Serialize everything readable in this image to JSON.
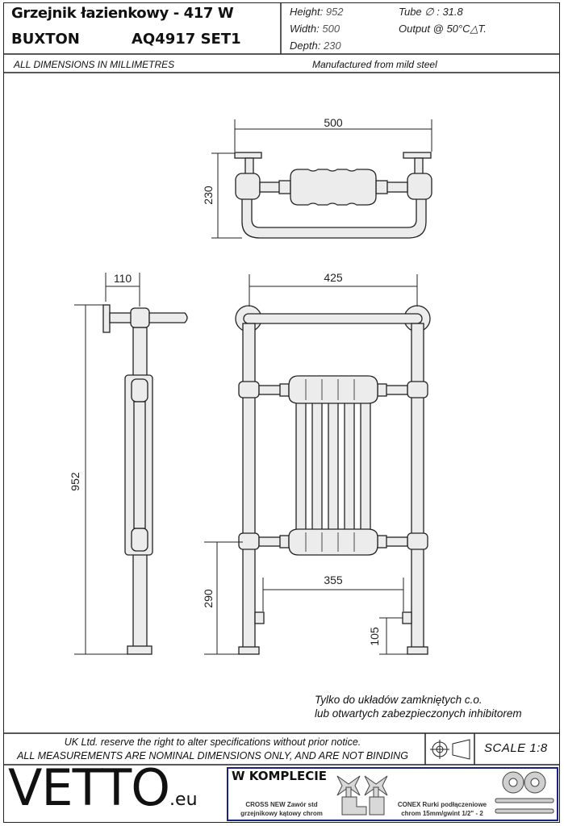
{
  "header": {
    "title_line1": "Grzejnik łazienkowy - 417 W",
    "title_line2_name": "BUXTON",
    "title_line2_code": "AQ4917 SET1",
    "specs": {
      "height_label": "Height:",
      "height_value": "952",
      "width_label": "Width:",
      "width_value": "500",
      "depth_label": "Depth:",
      "depth_value": "230",
      "tube_label": "Tube ∅ : 31.8",
      "output_label": "Output @ 50°C△T."
    }
  },
  "subheader": {
    "left": "ALL DIMENSIONS IN MILLIMETRES",
    "right": "Manufactured from mild steel"
  },
  "dimensions": {
    "top_width": "500",
    "top_depth": "230",
    "side_depth": "110",
    "front_width": "425",
    "height": "952",
    "bottom_height": "290",
    "valve_span": "355",
    "valve_height": "105"
  },
  "notes": {
    "polish_line1": "Tylko do układów zamkniętych c.o.",
    "polish_line2": "lub otwartych zabezpieczonych inhibitorem"
  },
  "footer": {
    "disclaimer1": "UK Ltd. reserve the right to alter specifications without prior notice.",
    "disclaimer2": "ALL MEASUREMENTS ARE NOMINAL DIMENSIONS ONLY, AND ARE NOT BINDING",
    "scale": "SCALE 1:8",
    "brand": "VETTO",
    "brand_suffix": ".eu",
    "kit_heading": "W KOMPLECIE",
    "kit_item1": "CROSS NEW Zawór std grzejnikowy kątowy chrom",
    "kit_item2": "CONEX Rurki podłączeniowe chrom 15mm/gwint 1/2\" - 2"
  },
  "colors": {
    "line": "#222222",
    "tube_fill": "#ececec",
    "kit_border": "#1a237e"
  }
}
